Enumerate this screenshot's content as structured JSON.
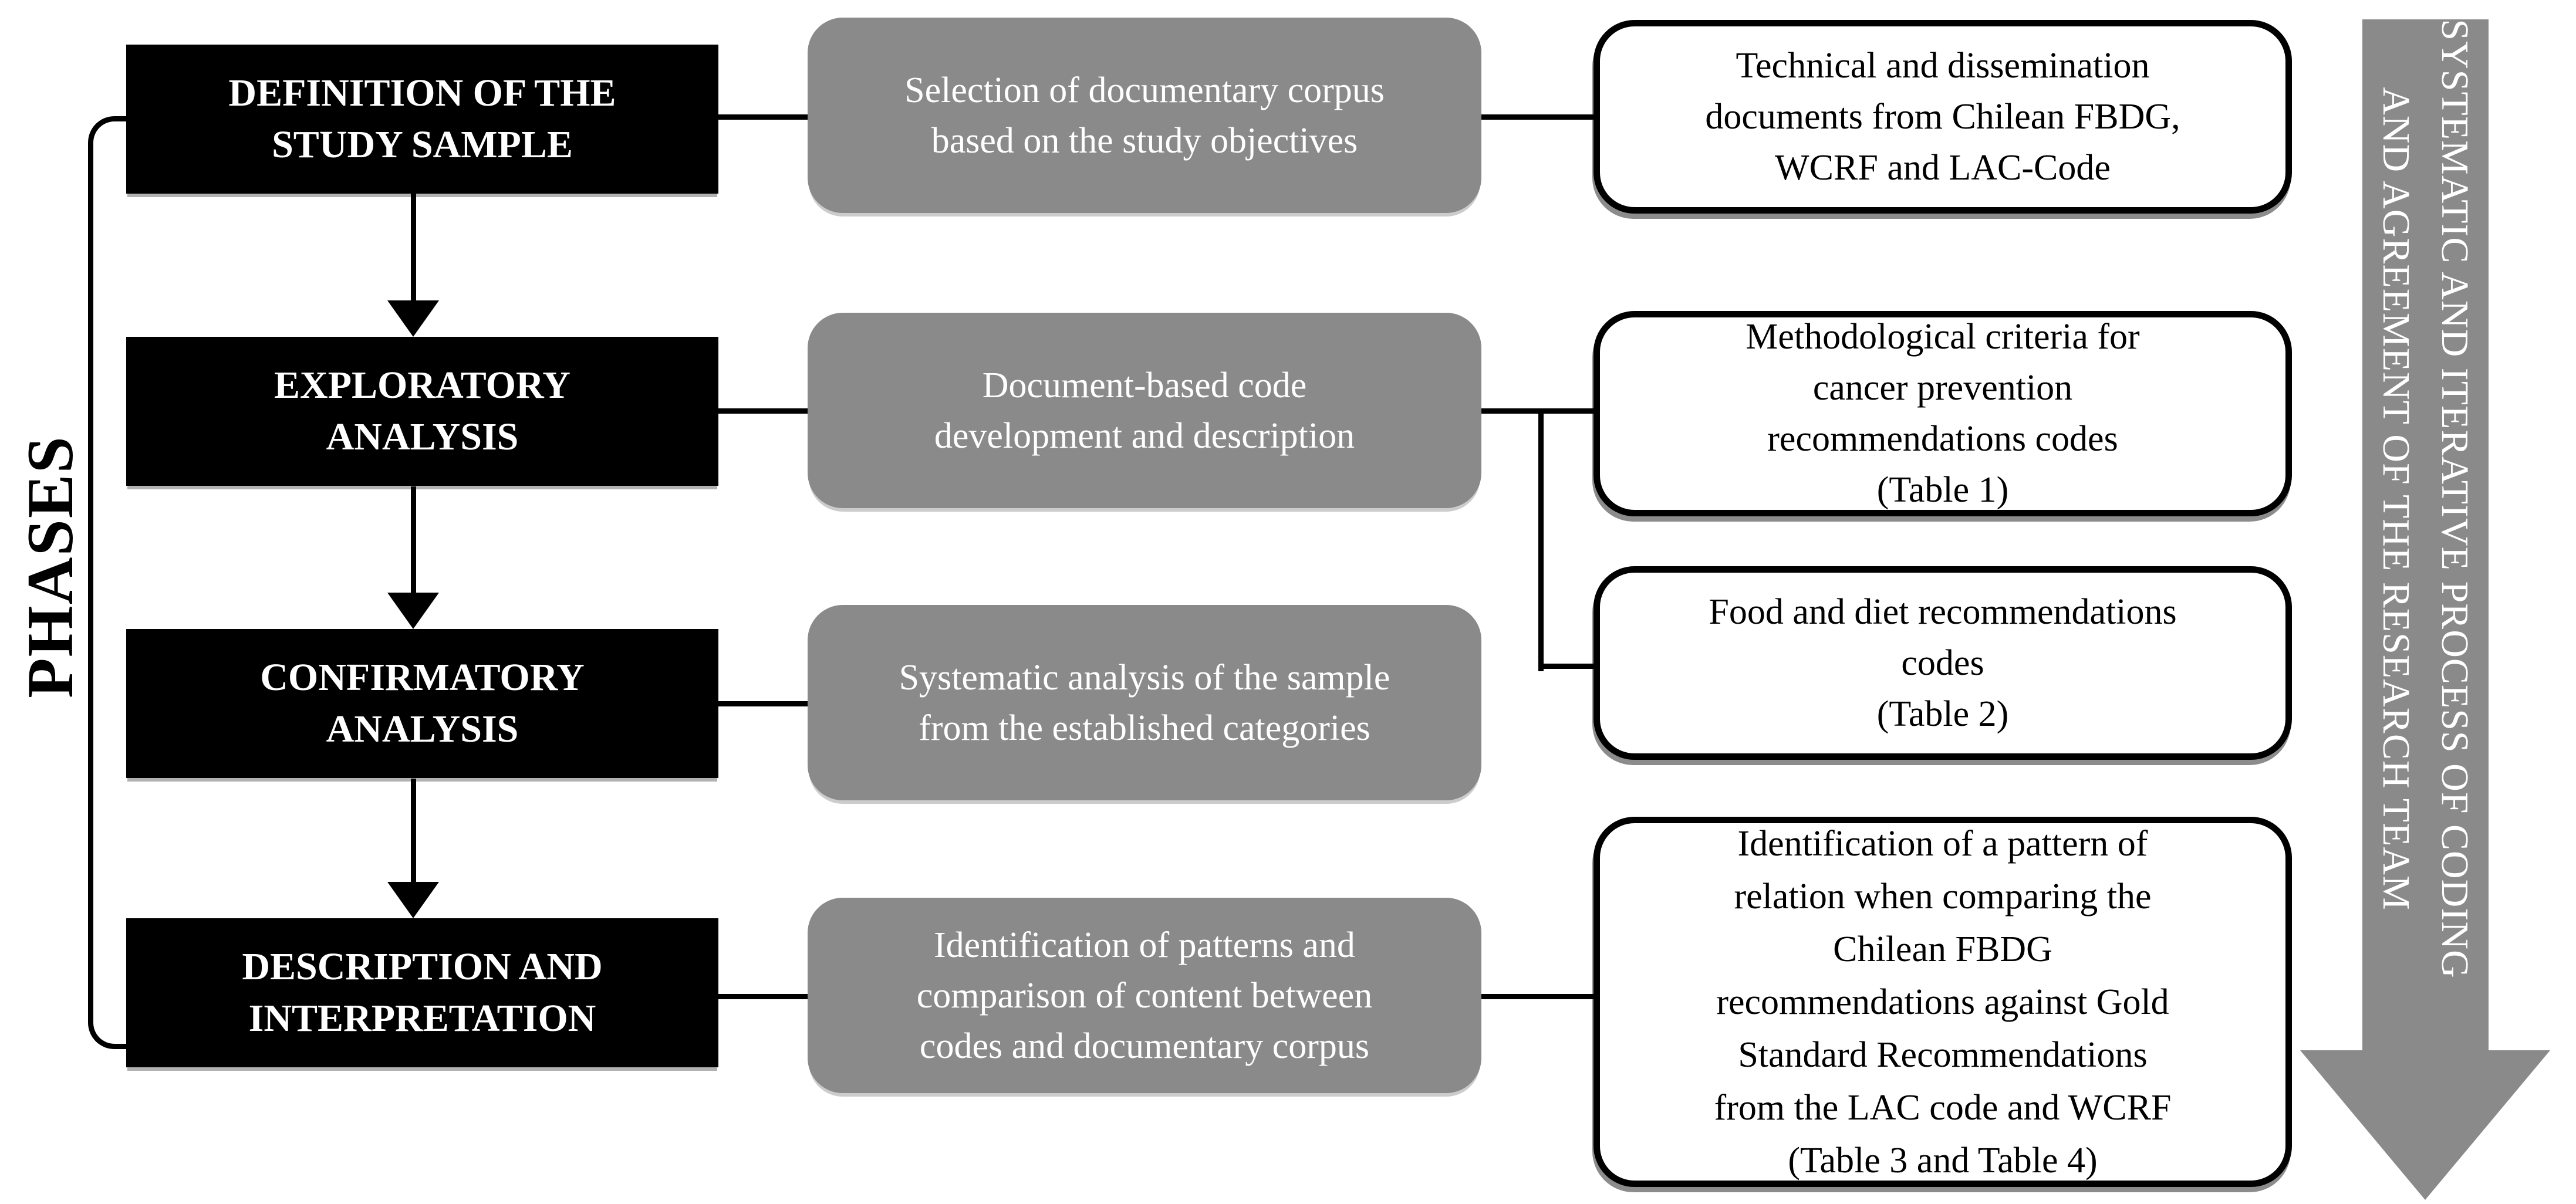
{
  "side_label": "PHASES",
  "rows": [
    {
      "phase": "DEFINITION OF THE\nSTUDY SAMPLE",
      "process": "Selection of documentary corpus\nbased on the study objectives",
      "outputs": [
        "Technical and dissemination\ndocuments from Chilean FBDG,\nWCRF and LAC-Code"
      ]
    },
    {
      "phase": "EXPLORATORY\nANALYSIS",
      "process": "Document-based code\ndevelopment and description",
      "outputs": [
        "Methodological criteria for\ncancer prevention\nrecommendations codes\n(Table 1)",
        "Food and diet recommendations\ncodes\n(Table 2)"
      ]
    },
    {
      "phase": "CONFIRMATORY\nANALYSIS",
      "process": "Systematic analysis of the sample\nfrom the established categories",
      "outputs": []
    },
    {
      "phase": "DESCRIPTION AND\nINTERPRETATION",
      "process": "Identification of patterns and\ncomparison of content between\ncodes and documentary corpus",
      "outputs": [
        "Identification of a pattern of\nrelation when comparing the\nChilean FBDG\nrecommendations against Gold\nStandard Recommendations\nfrom the LAC code and WCRF\n(Table 3 and Table 4)"
      ]
    }
  ],
  "process_arrow": {
    "line1": "SYSTEMATIC AND ITERATIVE PROCESS OF CODING",
    "line2": "AND AGREEMENT OF THE RESEARCH TEAM"
  },
  "colors": {
    "phase_box": "#000000",
    "process_box": "#8a8a8a",
    "process_arrow": "#8a8a8a",
    "connector_line": "#000000",
    "light_text": "#ffffff",
    "dark_text": "#000000",
    "output_box_border": "#000000"
  }
}
